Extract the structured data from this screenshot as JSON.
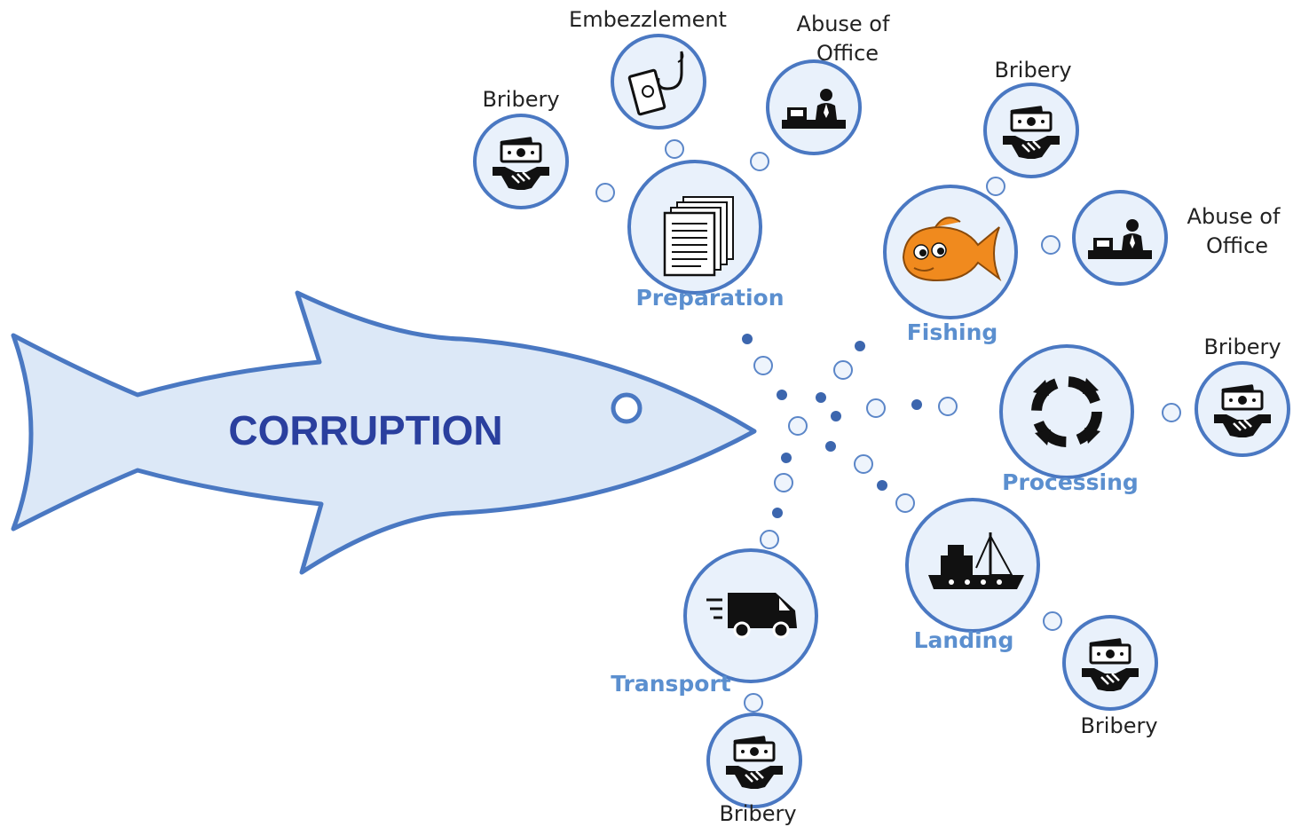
{
  "fish": {
    "label": "CORRUPTION",
    "fill_color": "#dce8f7",
    "stroke_color": "#4a78c2",
    "label_color": "#2a3f9e"
  },
  "stages": {
    "preparation": {
      "label": "Preparation",
      "icon": "documents-icon"
    },
    "fishing": {
      "label": "Fishing",
      "icon": "goldfish-icon"
    },
    "processing": {
      "label": "Processing",
      "icon": "cycle-arrows-icon"
    },
    "landing": {
      "label": "Landing",
      "icon": "fishing-vessel-icon"
    },
    "transport": {
      "label": "Transport",
      "icon": "delivery-truck-icon"
    }
  },
  "risks": {
    "prep_bribery": {
      "label": "Bribery",
      "icon": "bribery-handshake-icon"
    },
    "prep_embezzlement": {
      "label": "Embezzlement",
      "icon": "embezzlement-hook-icon"
    },
    "prep_abuse_line1": "Abuse of",
    "prep_abuse_line2": "Office",
    "fishing_bribery": {
      "label": "Bribery",
      "icon": "bribery-handshake-icon"
    },
    "fishing_abuse_line1": "Abuse of",
    "fishing_abuse_line2": "Office",
    "processing_bribery": {
      "label": "Bribery",
      "icon": "bribery-handshake-icon"
    },
    "landing_bribery": {
      "label": "Bribery",
      "icon": "bribery-handshake-icon"
    },
    "transport_bribery": {
      "label": "Bribery",
      "icon": "bribery-handshake-icon"
    }
  },
  "colors": {
    "stage_label": "#5b8fcf",
    "circle_stroke": "#4a78c2",
    "circle_fill": "#e9f1fb",
    "goldfish": "#f08a1e"
  }
}
